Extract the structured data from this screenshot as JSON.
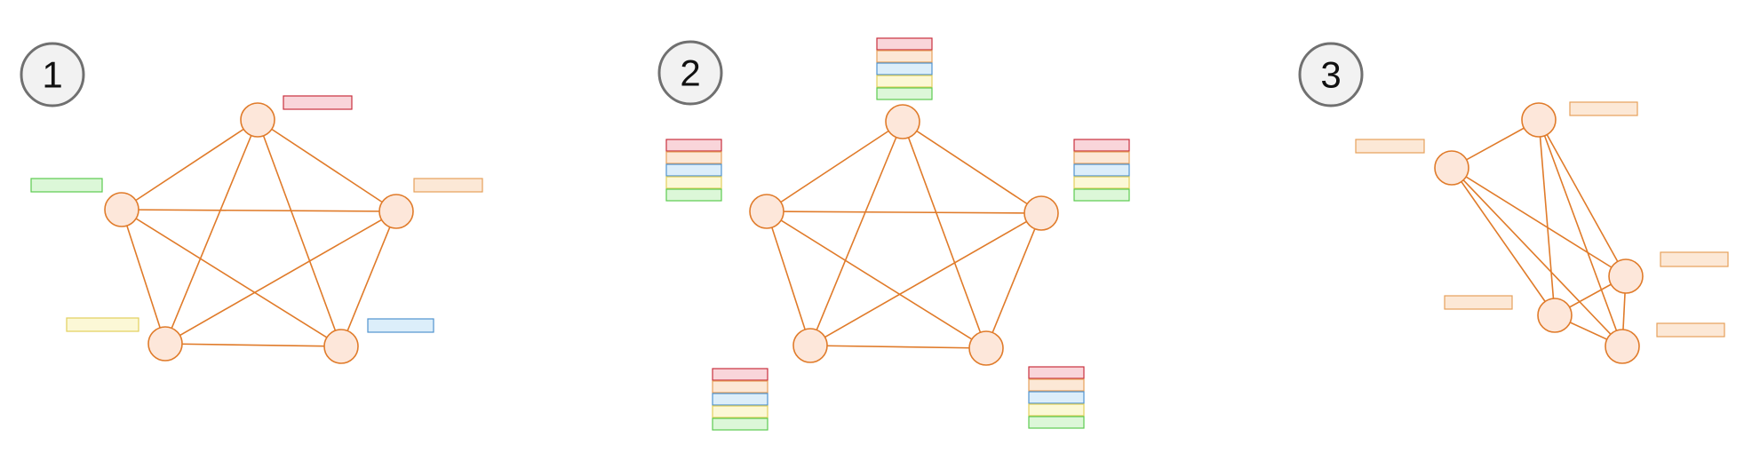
{
  "colors": {
    "edge": "#E07B2A",
    "node_fill": "#FDE7DA",
    "node_stroke": "#E07B2A",
    "badge_fill": "#F2F2F2",
    "badge_stroke": "#707070",
    "label_red": {
      "fill": "#F9D5DA",
      "stroke": "#C9303E"
    },
    "label_orange": {
      "fill": "#FCE8D6",
      "stroke": "#E7A15A"
    },
    "label_blue": {
      "fill": "#DCEEFA",
      "stroke": "#4F93CF"
    },
    "label_yellow": {
      "fill": "#FCF8D6",
      "stroke": "#E2CF5C"
    },
    "label_green": {
      "fill": "#DCF7D8",
      "stroke": "#5CCB4F"
    }
  },
  "panels": [
    {
      "badge": "1",
      "graph": "complete-5-node",
      "label_style": "one-colored-box-per-node"
    },
    {
      "badge": "2",
      "graph": "complete-5-node",
      "label_style": "five-stacked-colored-boxes-per-node"
    },
    {
      "badge": "3",
      "graph": "complete-5-node-deformed",
      "label_style": "one-orange-box-per-node"
    }
  ]
}
